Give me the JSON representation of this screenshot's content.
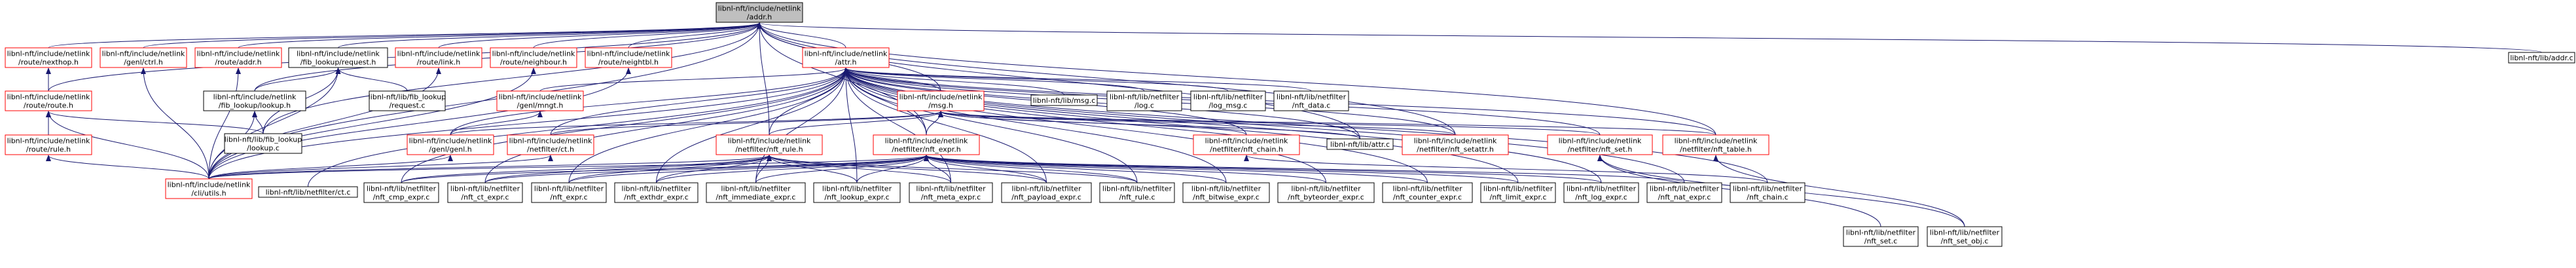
{
  "nodes": [
    {
      "id": "root",
      "lines": [
        "libnl-nft/include/netlink",
        "/addr.h"
      ],
      "border": "#000000",
      "fill": "#bfbfbf"
    },
    {
      "id": "libaddr",
      "lines": [
        "libnl-nft/lib/addr.c"
      ],
      "border": "#000000",
      "fill": "#ffffff"
    },
    {
      "id": "nexthop",
      "lines": [
        "libnl-nft/include/netlink",
        "/route/nexthop.h"
      ],
      "border": "#ff0000",
      "fill": "#ffffff"
    },
    {
      "id": "genlctrl",
      "lines": [
        "libnl-nft/include/netlink",
        "/genl/ctrl.h"
      ],
      "border": "#ff0000",
      "fill": "#ffffff"
    },
    {
      "id": "routeaddr",
      "lines": [
        "libnl-nft/include/netlink",
        "/route/addr.h"
      ],
      "border": "#ff0000",
      "fill": "#ffffff"
    },
    {
      "id": "request",
      "lines": [
        "libnl-nft/include/netlink",
        "/fib_lookup/request.h"
      ],
      "border": "#000000",
      "fill": "#ffffff"
    },
    {
      "id": "routelink",
      "lines": [
        "libnl-nft/include/netlink",
        "/route/link.h"
      ],
      "border": "#ff0000",
      "fill": "#ffffff"
    },
    {
      "id": "neighbour",
      "lines": [
        "libnl-nft/include/netlink",
        "/route/neighbour.h"
      ],
      "border": "#ff0000",
      "fill": "#ffffff"
    },
    {
      "id": "neightbl",
      "lines": [
        "libnl-nft/include/netlink",
        "/route/neightbl.h"
      ],
      "border": "#ff0000",
      "fill": "#ffffff"
    },
    {
      "id": "attr",
      "lines": [
        "libnl-nft/include/netlink",
        "/attr.h"
      ],
      "border": "#ff0000",
      "fill": "#ffffff"
    },
    {
      "id": "routeh",
      "lines": [
        "libnl-nft/include/netlink",
        "/route/route.h"
      ],
      "border": "#ff0000",
      "fill": "#ffffff"
    },
    {
      "id": "lookuph",
      "lines": [
        "libnl-nft/include/netlink",
        "/fib_lookup/lookup.h"
      ],
      "border": "#000000",
      "fill": "#ffffff"
    },
    {
      "id": "requestc",
      "lines": [
        "libnl-nft/lib/fib_lookup",
        "/request.c"
      ],
      "border": "#000000",
      "fill": "#ffffff"
    },
    {
      "id": "mngt",
      "lines": [
        "libnl-nft/include/netlink",
        "/genl/mngt.h"
      ],
      "border": "#ff0000",
      "fill": "#ffffff"
    },
    {
      "id": "msgc",
      "lines": [
        "libnl-nft/lib/msg.c"
      ],
      "border": "#000000",
      "fill": "#ffffff"
    },
    {
      "id": "logc",
      "lines": [
        "libnl-nft/lib/netfilter",
        "/log.c"
      ],
      "border": "#000000",
      "fill": "#ffffff"
    },
    {
      "id": "logmsgc",
      "lines": [
        "libnl-nft/lib/netfilter",
        "/log_msg.c"
      ],
      "border": "#000000",
      "fill": "#ffffff"
    },
    {
      "id": "nftdatac",
      "lines": [
        "libnl-nft/lib/netfilter",
        "/nft_data.c"
      ],
      "border": "#000000",
      "fill": "#ffffff"
    },
    {
      "id": "msgh",
      "lines": [
        "libnl-nft/include/netlink",
        "/msg.h"
      ],
      "border": "#ff0000",
      "fill": "#ffffff"
    },
    {
      "id": "ruleh",
      "lines": [
        "libnl-nft/include/netlink",
        "/route/rule.h"
      ],
      "border": "#ff0000",
      "fill": "#ffffff"
    },
    {
      "id": "lookupc",
      "lines": [
        "libnl-nft/lib/fib_lookup",
        "/lookup.c"
      ],
      "border": "#000000",
      "fill": "#ffffff"
    },
    {
      "id": "genlh",
      "lines": [
        "libnl-nft/include/netlink",
        "/genl/genl.h"
      ],
      "border": "#ff0000",
      "fill": "#ffffff"
    },
    {
      "id": "cth",
      "lines": [
        "libnl-nft/include/netlink",
        "/netfilter/ct.h"
      ],
      "border": "#ff0000",
      "fill": "#ffffff"
    },
    {
      "id": "nftruleh",
      "lines": [
        "libnl-nft/include/netlink",
        "/netfilter/nft_rule.h"
      ],
      "border": "#ff0000",
      "fill": "#ffffff"
    },
    {
      "id": "nftexprh",
      "lines": [
        "libnl-nft/include/netlink",
        "/netfilter/nft_expr.h"
      ],
      "border": "#ff0000",
      "fill": "#ffffff"
    },
    {
      "id": "nftchainh",
      "lines": [
        "libnl-nft/include/netlink",
        "/netfilter/nft_chain.h"
      ],
      "border": "#ff0000",
      "fill": "#ffffff"
    },
    {
      "id": "attrc",
      "lines": [
        "libnl-nft/lib/attr.c"
      ],
      "border": "#000000",
      "fill": "#ffffff"
    },
    {
      "id": "setattrh",
      "lines": [
        "libnl-nft/include/netlink",
        "/netfilter/nft_setattr.h"
      ],
      "border": "#ff0000",
      "fill": "#ffffff"
    },
    {
      "id": "nftseth",
      "lines": [
        "libnl-nft/include/netlink",
        "/netfilter/nft_set.h"
      ],
      "border": "#ff0000",
      "fill": "#ffffff"
    },
    {
      "id": "nfttableh",
      "lines": [
        "libnl-nft/include/netlink",
        "/netfilter/nft_table.h"
      ],
      "border": "#ff0000",
      "fill": "#ffffff"
    },
    {
      "id": "utilsh",
      "lines": [
        "libnl-nft/include/netlink",
        "/cli/utils.h"
      ],
      "border": "#ff0000",
      "fill": "#ffffff"
    },
    {
      "id": "ctc",
      "lines": [
        "libnl-nft/lib/netfilter/ct.c"
      ],
      "border": "#000000",
      "fill": "#ffffff"
    },
    {
      "id": "cmpexpr",
      "lines": [
        "libnl-nft/lib/netfilter",
        "/nft_cmp_expr.c"
      ],
      "border": "#000000",
      "fill": "#ffffff"
    },
    {
      "id": "ctexpr",
      "lines": [
        "libnl-nft/lib/netfilter",
        "/nft_ct_expr.c"
      ],
      "border": "#000000",
      "fill": "#ffffff"
    },
    {
      "id": "exprc",
      "lines": [
        "libnl-nft/lib/netfilter",
        "/nft_expr.c"
      ],
      "border": "#000000",
      "fill": "#ffffff"
    },
    {
      "id": "exthdrexpr",
      "lines": [
        "libnl-nft/lib/netfilter",
        "/nft_exthdr_expr.c"
      ],
      "border": "#000000",
      "fill": "#ffffff"
    },
    {
      "id": "immexpr",
      "lines": [
        "libnl-nft/lib/netfilter",
        "/nft_immediate_expr.c"
      ],
      "border": "#000000",
      "fill": "#ffffff"
    },
    {
      "id": "lookupexpr",
      "lines": [
        "libnl-nft/lib/netfilter",
        "/nft_lookup_expr.c"
      ],
      "border": "#000000",
      "fill": "#ffffff"
    },
    {
      "id": "metaexpr",
      "lines": [
        "libnl-nft/lib/netfilter",
        "/nft_meta_expr.c"
      ],
      "border": "#000000",
      "fill": "#ffffff"
    },
    {
      "id": "payloadexpr",
      "lines": [
        "libnl-nft/lib/netfilter",
        "/nft_payload_expr.c"
      ],
      "border": "#000000",
      "fill": "#ffffff"
    },
    {
      "id": "rulec",
      "lines": [
        "libnl-nft/lib/netfilter",
        "/nft_rule.c"
      ],
      "border": "#000000",
      "fill": "#ffffff"
    },
    {
      "id": "bitwiseexpr",
      "lines": [
        "libnl-nft/lib/netfilter",
        "/nft_bitwise_expr.c"
      ],
      "border": "#000000",
      "fill": "#ffffff"
    },
    {
      "id": "byteorderexpr",
      "lines": [
        "libnl-nft/lib/netfilter",
        "/nft_byteorder_expr.c"
      ],
      "border": "#000000",
      "fill": "#ffffff"
    },
    {
      "id": "counterexpr",
      "lines": [
        "libnl-nft/lib/netfilter",
        "/nft_counter_expr.c"
      ],
      "border": "#000000",
      "fill": "#ffffff"
    },
    {
      "id": "limitexpr",
      "lines": [
        "libnl-nft/lib/netfilter",
        "/nft_limit_expr.c"
      ],
      "border": "#000000",
      "fill": "#ffffff"
    },
    {
      "id": "logexpr",
      "lines": [
        "libnl-nft/lib/netfilter",
        "/nft_log_expr.c"
      ],
      "border": "#000000",
      "fill": "#ffffff"
    },
    {
      "id": "natexpr",
      "lines": [
        "libnl-nft/lib/netfilter",
        "/nft_nat_expr.c"
      ],
      "border": "#000000",
      "fill": "#ffffff"
    },
    {
      "id": "chainc",
      "lines": [
        "libnl-nft/lib/netfilter",
        "/nft_chain.c"
      ],
      "border": "#000000",
      "fill": "#ffffff"
    },
    {
      "id": "setc",
      "lines": [
        "libnl-nft/lib/netfilter",
        "/nft_set.c"
      ],
      "border": "#000000",
      "fill": "#ffffff"
    },
    {
      "id": "setobjc",
      "lines": [
        "libnl-nft/lib/netfilter",
        "/nft_set_obj.c"
      ],
      "border": "#000000",
      "fill": "#ffffff"
    }
  ],
  "edges": [
    [
      "libaddr",
      "root"
    ],
    [
      "nexthop",
      "root"
    ],
    [
      "genlctrl",
      "root"
    ],
    [
      "routeaddr",
      "root"
    ],
    [
      "request",
      "root"
    ],
    [
      "routelink",
      "root"
    ],
    [
      "neighbour",
      "root"
    ],
    [
      "neightbl",
      "root"
    ],
    [
      "attr",
      "root"
    ],
    [
      "routeh",
      "root"
    ],
    [
      "lookuph",
      "root"
    ],
    [
      "utilsh",
      "root"
    ],
    [
      "lookupc",
      "root"
    ],
    [
      "msgh",
      "root"
    ],
    [
      "nftruleh",
      "root"
    ],
    [
      "nftexprh",
      "root"
    ],
    [
      "attrc",
      "root"
    ],
    [
      "setattrh",
      "root"
    ],
    [
      "nfttableh",
      "root"
    ],
    [
      "routeh",
      "nexthop"
    ],
    [
      "utilsh",
      "genlctrl"
    ],
    [
      "utilsh",
      "routeaddr"
    ],
    [
      "lookuph",
      "request"
    ],
    [
      "requestc",
      "request"
    ],
    [
      "lookupc",
      "request"
    ],
    [
      "utilsh",
      "request"
    ],
    [
      "utilsh",
      "routelink"
    ],
    [
      "utilsh",
      "neighbour"
    ],
    [
      "utilsh",
      "neightbl"
    ],
    [
      "mngt",
      "attr"
    ],
    [
      "msgc",
      "attr"
    ],
    [
      "logc",
      "attr"
    ],
    [
      "logmsgc",
      "attr"
    ],
    [
      "nftdatac",
      "attr"
    ],
    [
      "msgh",
      "attr"
    ],
    [
      "genlh",
      "attr"
    ],
    [
      "cth",
      "attr"
    ],
    [
      "nftruleh",
      "attr"
    ],
    [
      "nftexprh",
      "attr"
    ],
    [
      "nftchainh",
      "attr"
    ],
    [
      "attrc",
      "attr"
    ],
    [
      "setattrh",
      "attr"
    ],
    [
      "nftseth",
      "attr"
    ],
    [
      "nfttableh",
      "attr"
    ],
    [
      "utilsh",
      "attr"
    ],
    [
      "ctc",
      "attr"
    ],
    [
      "cmpexpr",
      "attr"
    ],
    [
      "ctexpr",
      "attr"
    ],
    [
      "exprc",
      "attr"
    ],
    [
      "exthdrexpr",
      "attr"
    ],
    [
      "immexpr",
      "attr"
    ],
    [
      "lookupexpr",
      "attr"
    ],
    [
      "metaexpr",
      "attr"
    ],
    [
      "payloadexpr",
      "attr"
    ],
    [
      "rulec",
      "attr"
    ],
    [
      "bitwiseexpr",
      "attr"
    ],
    [
      "byteorderexpr",
      "attr"
    ],
    [
      "counterexpr",
      "attr"
    ],
    [
      "limitexpr",
      "attr"
    ],
    [
      "logexpr",
      "attr"
    ],
    [
      "natexpr",
      "attr"
    ],
    [
      "chainc",
      "attr"
    ],
    [
      "ruleh",
      "routeh"
    ],
    [
      "lookupc",
      "routeh"
    ],
    [
      "utilsh",
      "routeh"
    ],
    [
      "lookupc",
      "lookuph"
    ],
    [
      "utilsh",
      "lookuph"
    ],
    [
      "genlh",
      "mngt"
    ],
    [
      "utilsh",
      "ruleh"
    ],
    [
      "utilsh",
      "genlh"
    ],
    [
      "utilsh",
      "cth"
    ],
    [
      "genlh",
      "msgh"
    ],
    [
      "cth",
      "msgh"
    ],
    [
      "nftruleh",
      "msgh"
    ],
    [
      "nftexprh",
      "msgh"
    ],
    [
      "nftchainh",
      "msgh"
    ],
    [
      "attrc",
      "msgh"
    ],
    [
      "setattrh",
      "msgh"
    ],
    [
      "nftseth",
      "msgh"
    ],
    [
      "nfttableh",
      "msgh"
    ],
    [
      "utilsh",
      "nftruleh"
    ],
    [
      "cmpexpr",
      "nftruleh"
    ],
    [
      "ctexpr",
      "nftruleh"
    ],
    [
      "exprc",
      "nftruleh"
    ],
    [
      "exthdrexpr",
      "nftruleh"
    ],
    [
      "immexpr",
      "nftruleh"
    ],
    [
      "lookupexpr",
      "nftruleh"
    ],
    [
      "metaexpr",
      "nftruleh"
    ],
    [
      "payloadexpr",
      "nftruleh"
    ],
    [
      "rulec",
      "nftruleh"
    ],
    [
      "utilsh",
      "nftexprh"
    ],
    [
      "cmpexpr",
      "nftexprh"
    ],
    [
      "ctexpr",
      "nftexprh"
    ],
    [
      "exprc",
      "nftexprh"
    ],
    [
      "exthdrexpr",
      "nftexprh"
    ],
    [
      "immexpr",
      "nftexprh"
    ],
    [
      "lookupexpr",
      "nftexprh"
    ],
    [
      "metaexpr",
      "nftexprh"
    ],
    [
      "payloadexpr",
      "nftexprh"
    ],
    [
      "rulec",
      "nftexprh"
    ],
    [
      "bitwiseexpr",
      "nftexprh"
    ],
    [
      "byteorderexpr",
      "nftexprh"
    ],
    [
      "counterexpr",
      "nftexprh"
    ],
    [
      "limitexpr",
      "nftexprh"
    ],
    [
      "logexpr",
      "nftexprh"
    ],
    [
      "natexpr",
      "nftexprh"
    ],
    [
      "chainc",
      "nftchainh"
    ],
    [
      "setc",
      "nftseth"
    ],
    [
      "setobjc",
      "nftseth"
    ],
    [
      "setobjc",
      "nfttableh"
    ]
  ],
  "colors": {
    "edge": "#191970",
    "text": "#000000",
    "background": "#ffffff"
  }
}
